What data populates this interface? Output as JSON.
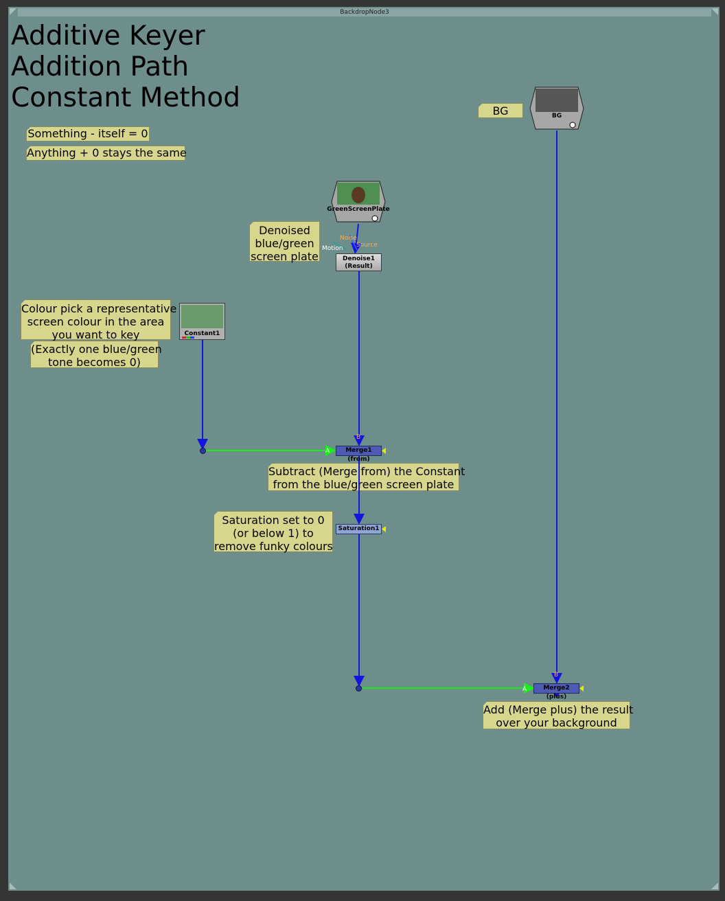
{
  "backdrop": {
    "name": "BackdropNode3"
  },
  "title_lines": [
    "Additive Keyer",
    "Addition Path",
    "Constant Method"
  ],
  "notes": {
    "self_subtract": "Something - itself = 0",
    "plus_zero": "Anything + 0 stays the same",
    "bg_label": "BG",
    "denoised": [
      "Denoised",
      "blue/green",
      "screen plate"
    ],
    "colour_pick": [
      "Colour pick a representative",
      "screen colour in the area",
      "you want to key"
    ],
    "exactly_one": [
      "(Exactly one blue/green",
      "tone becomes 0)"
    ],
    "subtract": [
      "Subtract (Merge from) the Constant",
      "from the blue/green screen plate"
    ],
    "saturation": [
      "Saturation set to 0",
      "(or below 1) to",
      "remove funky colours"
    ],
    "add": [
      "Add (Merge plus) the result",
      "over your background"
    ]
  },
  "nodes": {
    "bg": {
      "label": "BG"
    },
    "plate": {
      "label": "GreenScreenPlate"
    },
    "denoise": {
      "label": "Denoise1",
      "sub": "(Result)"
    },
    "constant": {
      "label": "Constant1"
    },
    "merge1": {
      "label": "Merge1 (from)"
    },
    "saturation": {
      "label": "Saturation1"
    },
    "merge2": {
      "label": "Merge2 (plus)"
    }
  },
  "inputs": {
    "noise": "Noise",
    "source": "Source",
    "motion": "Motion",
    "merge1_a": "A",
    "merge1_b": "B",
    "merge2_a": "A",
    "merge2_b": "B"
  },
  "colors": {
    "backdrop": "#6e8e8c",
    "sticky": "#d6d68c",
    "pipe_b": "#1414e0",
    "pipe_a": "#19f019",
    "merge_node": "#4d5bb5",
    "saturation_node": "#8fa5d6",
    "constant_color": "#6b9a6d"
  }
}
